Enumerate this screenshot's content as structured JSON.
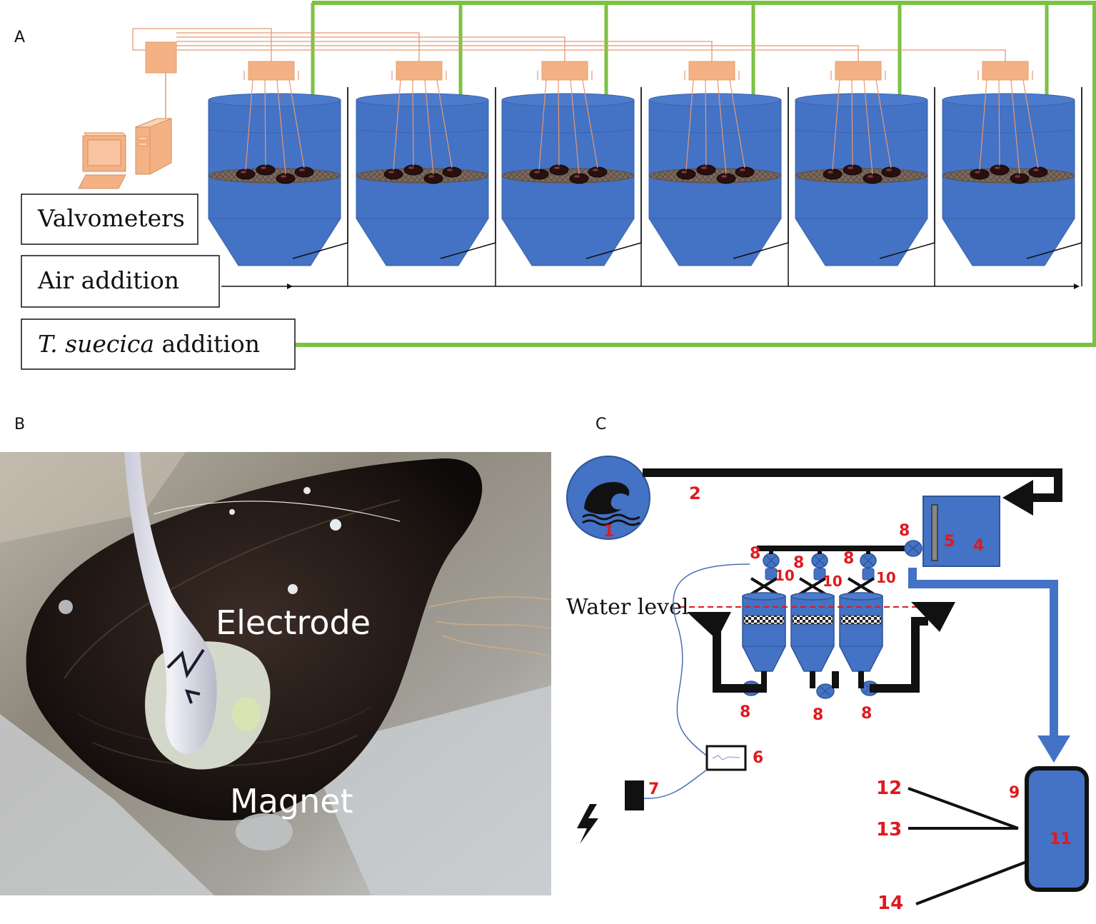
{
  "panels": {
    "a": "A",
    "b": "B",
    "c": "C"
  },
  "panel_a": {
    "legend": {
      "valvometers": "Valvometers",
      "air_addition": "Air addition",
      "species_italic": "T. suecica",
      "species_rest": " addition"
    },
    "tank_count": 6
  },
  "panel_b": {
    "electrode_label": "Electrode",
    "magnet_label": "Magnet"
  },
  "panel_c": {
    "water_level": "Water level",
    "numbers": {
      "n1": "1",
      "n2": "2",
      "n4": "4",
      "n5": "5",
      "n6": "6",
      "n7": "7",
      "n8a": "8",
      "n8b": "8",
      "n8c": "8",
      "n8d": "8",
      "n8e": "8",
      "n8f": "8",
      "n8g": "8",
      "n9": "9",
      "n10a": "10",
      "n10b": "10",
      "n10c": "10",
      "n11": "11",
      "n12": "12",
      "n13": "13",
      "n14": "14"
    }
  },
  "colors": {
    "tank_blue": "#4472c4",
    "feed_green": "#7cc242",
    "device_orange": "#f4b183",
    "label_red": "#e0191f"
  }
}
